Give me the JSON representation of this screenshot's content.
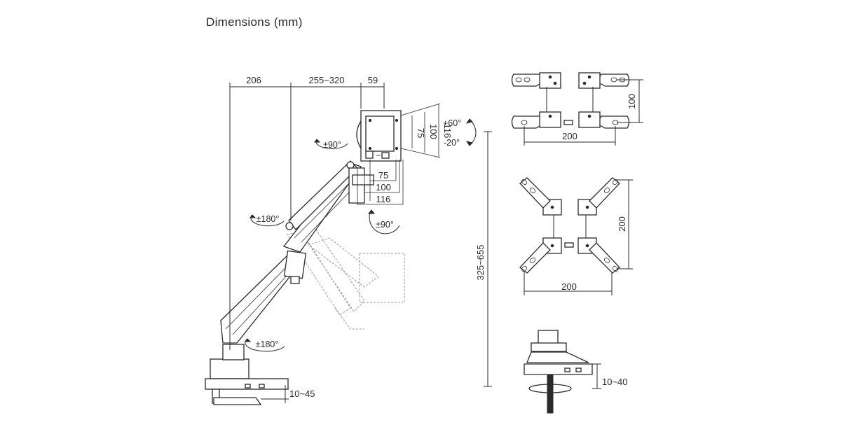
{
  "title": "Dimensions (mm)",
  "arm_view": {
    "width_dims": [
      "206",
      "255~320",
      "59"
    ],
    "vesa_vertical": [
      "75",
      "100",
      "116"
    ],
    "vesa_horizontal": [
      "75",
      "100",
      "116"
    ],
    "tilt_up": "+60°",
    "tilt_down": "-20°",
    "swivel_head": "±90°",
    "rotation_head": "±90°",
    "swivel_elbow": "±180°",
    "swivel_base": "±180°",
    "height_range": "325~655",
    "clamp_thickness": "10~45"
  },
  "bracket_view_1": {
    "width": "200",
    "height": "100"
  },
  "bracket_view_2": {
    "width": "200",
    "height": "200"
  },
  "grommet_view": {
    "thickness": "10~40"
  }
}
